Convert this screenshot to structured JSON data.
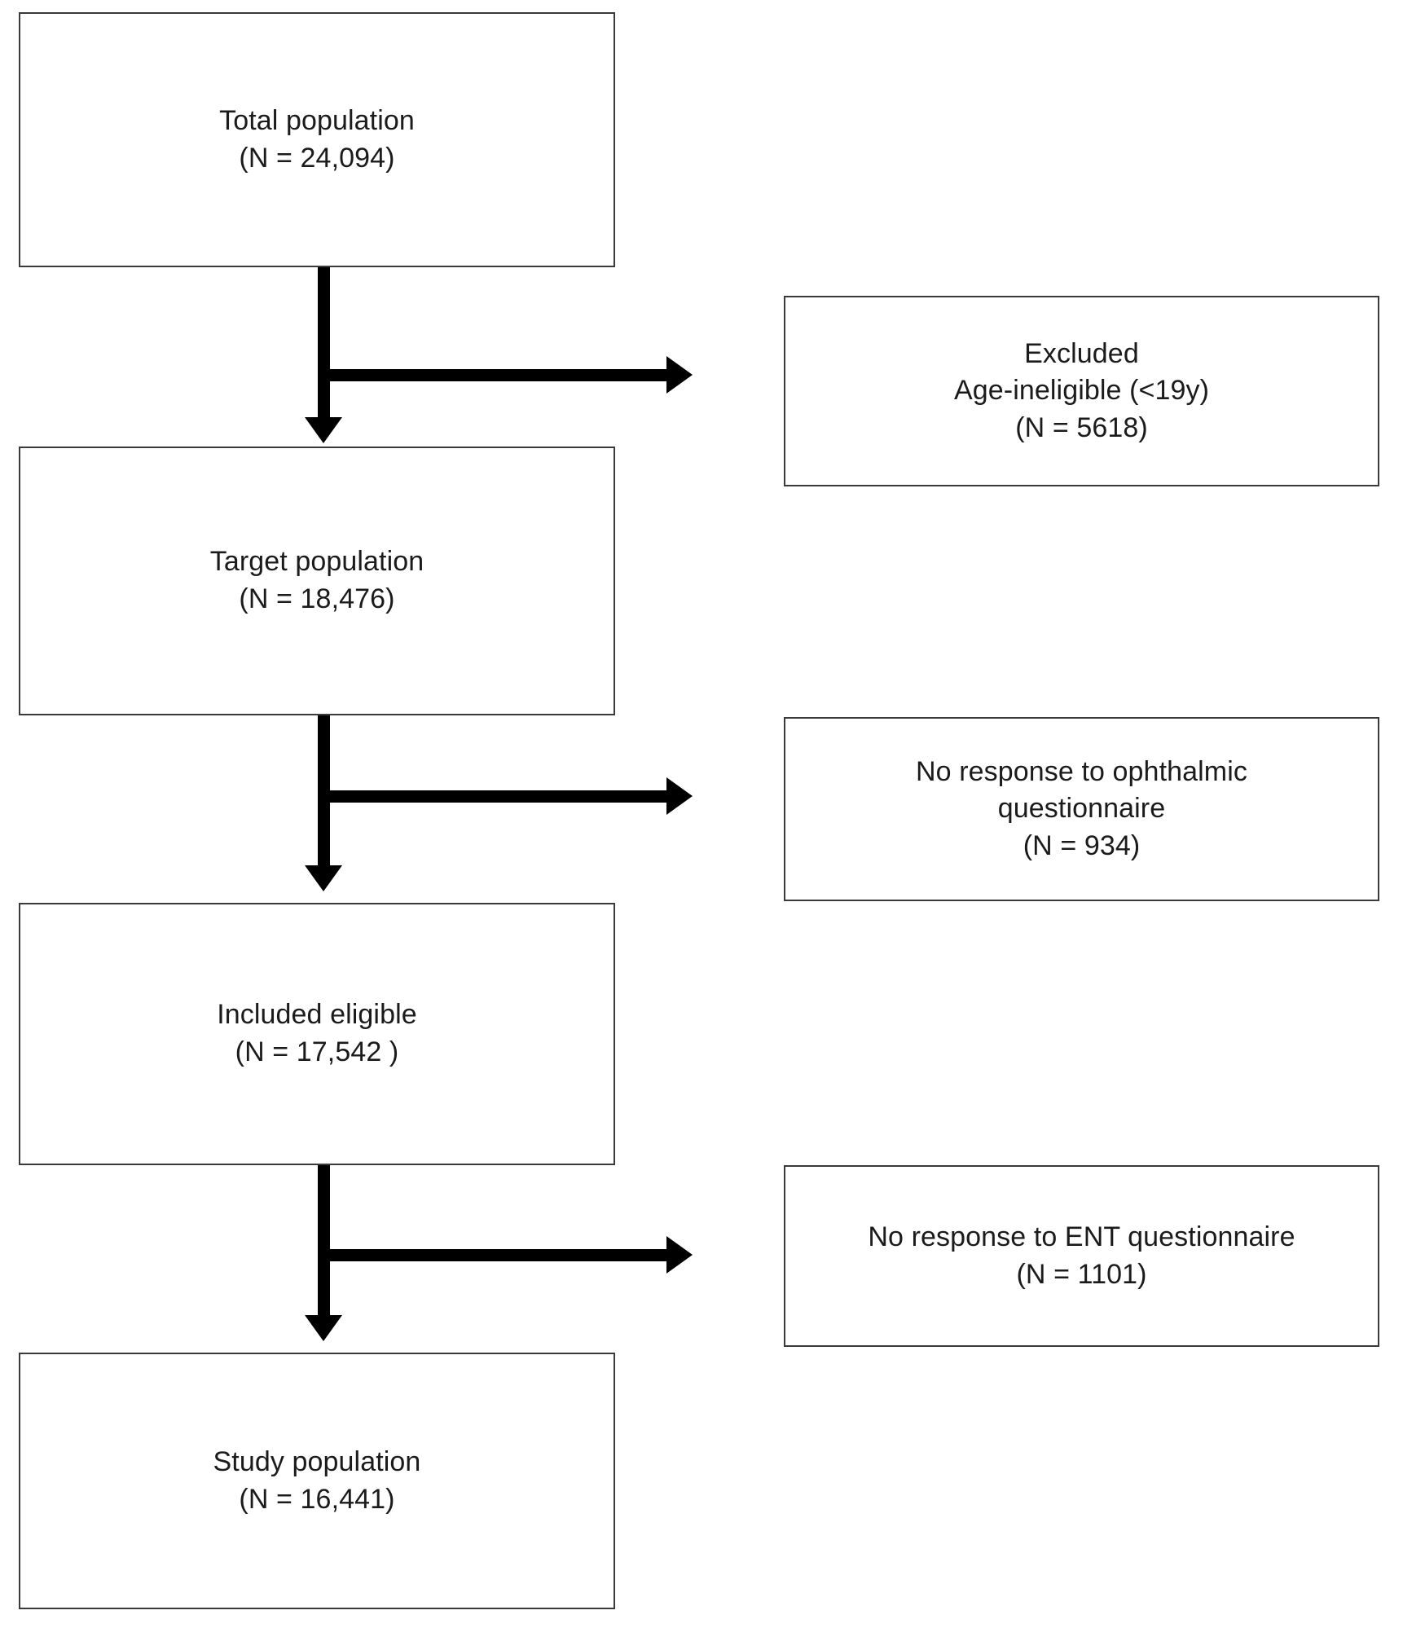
{
  "diagram": {
    "type": "study-flow-diagram",
    "colors": {
      "box_border": "#3a3a3a",
      "connector": "#000000",
      "text": "#1b1b1b",
      "background": "#ffffff"
    },
    "nodes": {
      "total_population": {
        "title": "Total population",
        "count_label": "(N = 24,094)",
        "n": 24094
      },
      "target_population": {
        "title": "Target population",
        "count_label": "(N = 18,476)",
        "n": 18476
      },
      "included_eligible": {
        "title": "Included eligible",
        "count_label": "(N = 17,542 )",
        "n": 17542
      },
      "study_population": {
        "title": "Study population",
        "count_label": "(N = 16,441)",
        "n": 16441
      },
      "excluded_age_ineligible": {
        "line1": "Excluded",
        "line2": "Age-ineligible (<19y)",
        "count_label": "(N = 5618)",
        "n": 5618
      },
      "no_response_ophthalmic": {
        "line1": "No response to ophthalmic",
        "line2": "questionnaire",
        "count_label": "(N = 934)",
        "n": 934
      },
      "no_response_ent": {
        "line1": "No response to ENT questionnaire",
        "count_label": "(N = 1101)",
        "n": 1101
      }
    },
    "edges": [
      {
        "from": "total_population",
        "to": "target_population",
        "branch_to": "excluded_age_ineligible"
      },
      {
        "from": "target_population",
        "to": "included_eligible",
        "branch_to": "no_response_ophthalmic"
      },
      {
        "from": "included_eligible",
        "to": "study_population",
        "branch_to": "no_response_ent"
      }
    ]
  }
}
